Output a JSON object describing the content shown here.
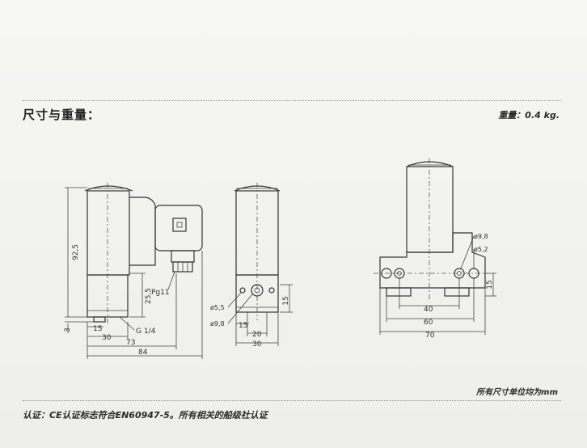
{
  "header": {
    "title": "尺寸与重量：",
    "weight": "重量：0.4 kg."
  },
  "footer": {
    "units_note": "所有尺寸单位均为mm",
    "certification": "认证：CE认证标志符合EN60947-5。所有相关的船级社认证"
  },
  "drawings": {
    "side_view": {
      "height_dim": "92,5",
      "dim_25_5": "25,5",
      "dim_3": "3",
      "dim_15": "15",
      "dim_30": "30",
      "dim_73": "73",
      "dim_84": "84",
      "label_pg11": "Pg11",
      "label_g14": "G 1/4"
    },
    "front_view": {
      "hole_small": "ø5,5",
      "hole_large": "ø9,8",
      "dim_15_vertical": "15",
      "dim_15": "15",
      "dim_20": "20",
      "dim_30": "30"
    },
    "end_view": {
      "hole_large": "ø9,8",
      "hole_small": "ø5,2",
      "dim_15_vertical": "15",
      "dim_40": "40",
      "dim_60": "60",
      "dim_70": "70"
    }
  }
}
